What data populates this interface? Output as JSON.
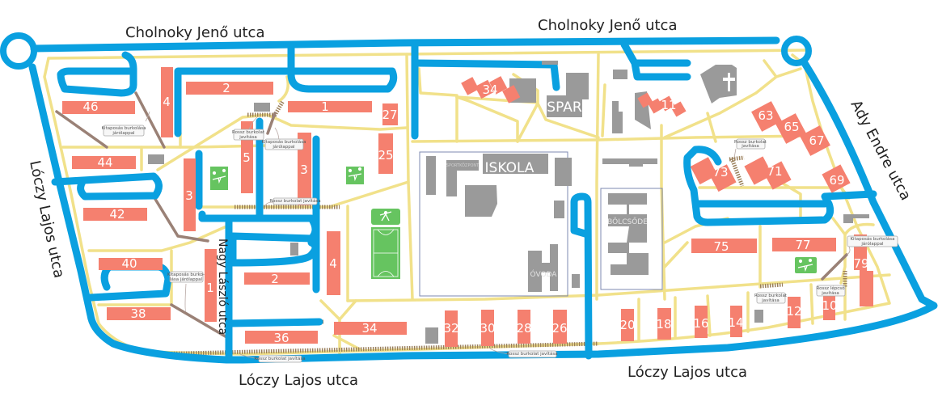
{
  "title": "Lakótelep térkép",
  "colors": {
    "road": "#0aa0e0",
    "footpath": "#f1e18a",
    "residential": "#f5806f",
    "public_building": "#9a9a9a",
    "green_area": "#66c460",
    "walkway_paving": "#9a8176",
    "repair_marker": "#9a7f5a"
  },
  "streets": {
    "cholnoky_left": "Cholnoky Jenő utca",
    "cholnoky_right": "Cholnoky Jenő utca",
    "loczy_left": "Lóczy Lajos utca",
    "loczy_bottom_left": "Lóczy Lajos utca",
    "loczy_bottom_right": "Lóczy Lajos utca",
    "ady": "Ady Endre utca",
    "nagy_laszlo": "Nagy László utca"
  },
  "buildings": {
    "b46": "46",
    "b44": "44",
    "b42": "42",
    "b40": "40",
    "b38": "38",
    "b4a": "4",
    "b2a": "2",
    "b1a": "1",
    "b27": "27",
    "b25": "25",
    "b5": "5",
    "b3a": "3",
    "b3b": "3",
    "b1b": "1",
    "b2b": "2",
    "b4b": "4",
    "b36": "36",
    "b34a": "34",
    "b34b": "34",
    "b32": "32",
    "b30": "30",
    "b28": "28",
    "b26": "26",
    "b20": "20",
    "b18": "18",
    "b16": "16",
    "b14": "14",
    "b12": "12",
    "b10": "10",
    "b11": "11",
    "b63": "63",
    "b65": "65",
    "b67": "67",
    "b69": "69",
    "b71": "71",
    "b73": "73",
    "b75": "75",
    "b77": "77",
    "b79": "79"
  },
  "facilities": {
    "school": "ISKOLA",
    "sports_center": "SPORTKÖZPONT",
    "kindergarten": "ÓVODA",
    "nursery": "BÖLCSŐDE",
    "shop": "SPAR"
  },
  "notes": {
    "n1_line1": "Kitaposás burkolása",
    "n1_line2": "járólappal",
    "n2_line1": "Rossz burkolat",
    "n2_line2": "javítása",
    "n3_line1": "Kitaposás burkolása",
    "n3_line2": "járólappal",
    "n4": "Rossz burkolat javítása",
    "n5_line1": "Kitaposás burko-",
    "n5_line2": "lása járólappal",
    "n6": "Rossz burkolat javítása",
    "n7": "Rossz burkolat javítása",
    "n8_line1": "Rossz burkolat",
    "n8_line2": "javítása",
    "n9_line1": "Kitaposás burkolása",
    "n9_line2": "járólappal",
    "n10_line1": "Rossz burkolat",
    "n10_line2": "javítása",
    "n11_line1": "Rossz lépcső",
    "n11_line2": "javítása"
  },
  "icons": {
    "playground": "seesaw-icon",
    "fitness": "exercise-icon",
    "church": "cross-icon"
  }
}
